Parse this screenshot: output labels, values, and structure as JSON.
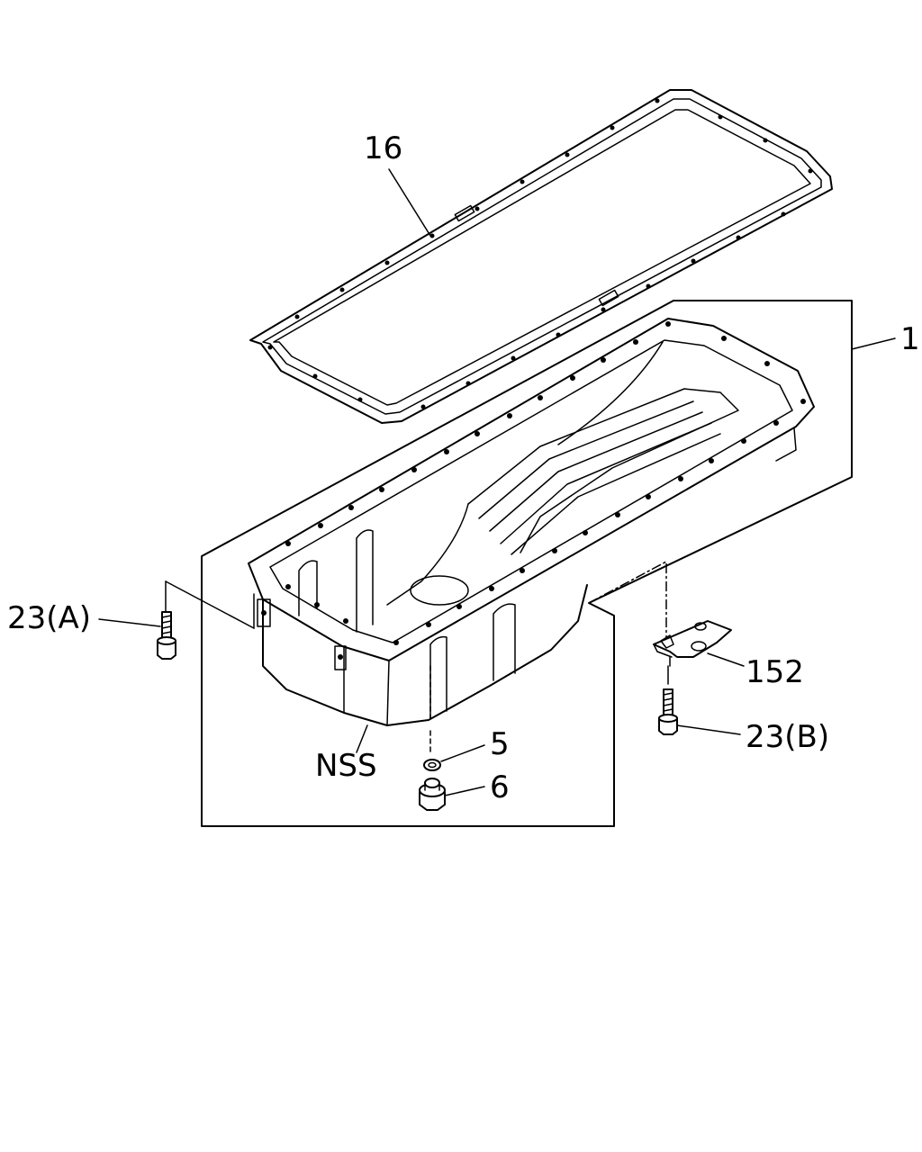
{
  "callouts": {
    "gasket": "16",
    "oil_pan_assembly": "1",
    "bolt_a": "23(A)",
    "bracket": "152",
    "bolt_b": "23(B)",
    "oil_pan_body": "NSS",
    "washer": "5",
    "drain_plug": "6"
  }
}
